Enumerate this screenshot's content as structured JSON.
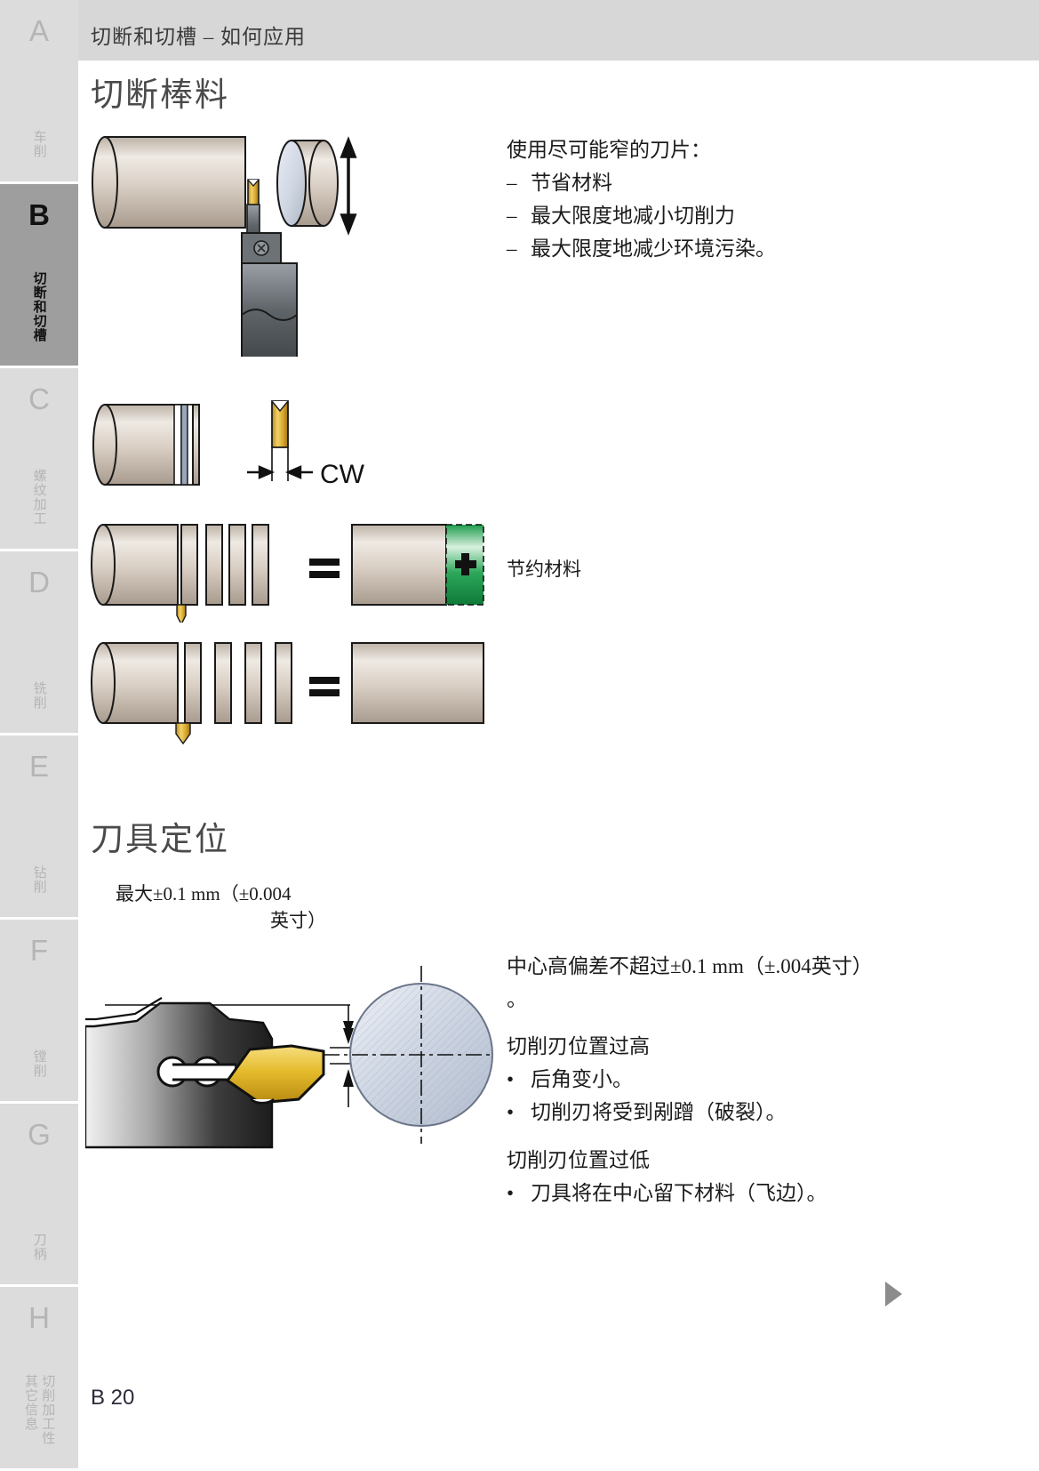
{
  "header": {
    "title": "切断和切槽 – 如何应用"
  },
  "sidebar": {
    "tabs": [
      {
        "letter": "A",
        "label": "车削",
        "active": false
      },
      {
        "letter": "B",
        "label": "切断和切槽",
        "active": true
      },
      {
        "letter": "C",
        "label": "螺纹加工",
        "active": false
      },
      {
        "letter": "D",
        "label": "铣削",
        "active": false
      },
      {
        "letter": "E",
        "label": "钻削",
        "active": false
      },
      {
        "letter": "F",
        "label": "镗削",
        "active": false
      },
      {
        "letter": "G",
        "label": "刀柄",
        "active": false
      },
      {
        "letter": "H",
        "label": "切削加工性",
        "label2": "其它信息",
        "active": false
      }
    ]
  },
  "sections": [
    {
      "title": "切断棒料",
      "intro": "使用尽可能窄的刀片：",
      "bullets": [
        "节省材料",
        "最大限度地减小切削力",
        "最大限度地减少环境污染。"
      ],
      "diagram_labels": {
        "insert_width": "CW",
        "equals": "=",
        "plus": "+",
        "saving": "节约材料"
      }
    },
    {
      "title": "刀具定位",
      "dimension_label_line1": "最大±0.1 mm（±0.004",
      "dimension_label_line2": "英寸）",
      "paragraph": "中心高偏差不超过±0.1 mm（±.004英寸）\n。",
      "subhead_high": "切削刃位置过高",
      "bullets_high": [
        "后角变小。",
        "切削刃将受到剐蹭（破裂）。"
      ],
      "subhead_low": "切削刃位置过低",
      "bullets_low": [
        "刀具将在中心留下材料（飞边）。"
      ]
    }
  ],
  "footer": {
    "page_number": "B 20"
  },
  "colors": {
    "header_bg": "#d7d7d7",
    "tab_bg": "#dcdcdc",
    "tab_active_bg": "#9e9e9e",
    "heading": "#4a4a4a",
    "green_save": "#16a34a",
    "insert_gold": "#e8c547",
    "steel": "#c9bfb4"
  }
}
